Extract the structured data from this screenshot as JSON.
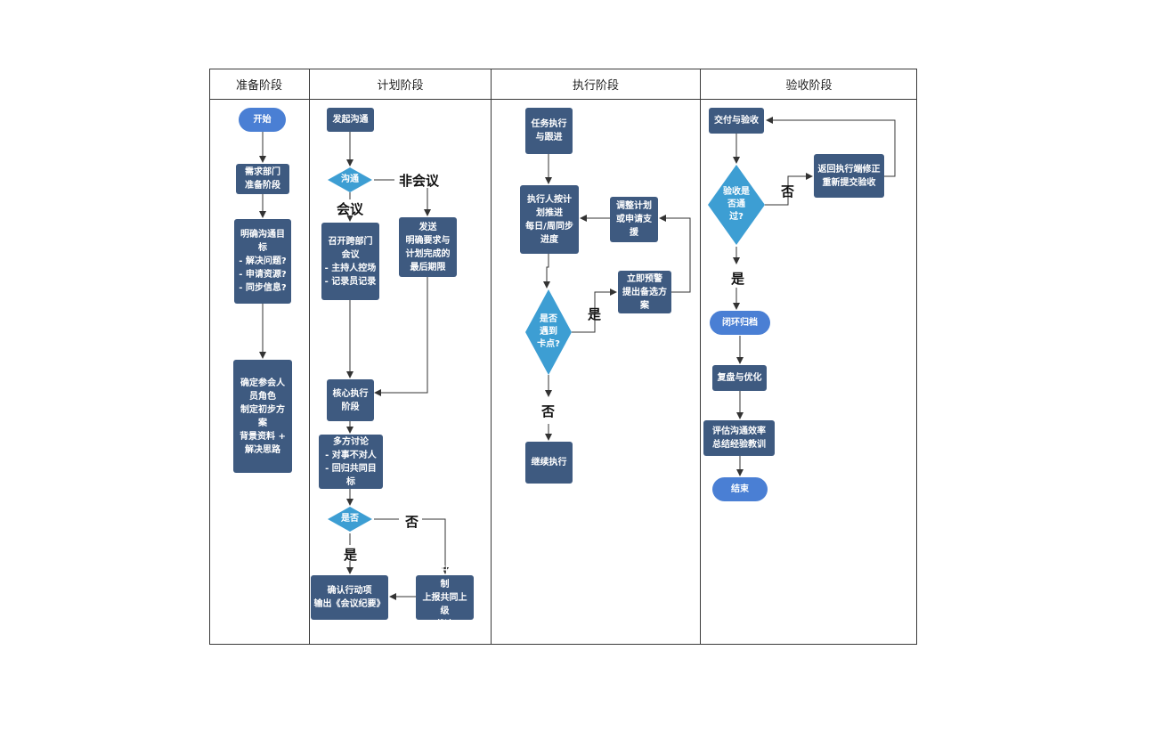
{
  "lanes": [
    "准备阶段",
    "计划阶段",
    "执行阶段",
    "验收阶段"
  ],
  "nodes": {
    "start": "开始",
    "demand_prep": "需求部门\n准备阶段",
    "clarify_goal": "明确沟通目\n标\n- 解决问题?\n- 申请资源?\n- 同步信息?",
    "confirm_people": "确定参会人\n员角色\n制定初步方\n案\n背景资料 +\n解决思路",
    "initiate": "发起沟通",
    "channel": "沟通",
    "meeting": "召开跨部门\n会议\n- 主持人控场\n- 记录员记录",
    "send": "发送\n明确要求与\n计划完成的\n最后期限",
    "core_exec": "核心执行\n阶段",
    "discussion": "多方讨论\n- 对事不对人\n- 回归共同目标",
    "is_ok": "是否",
    "confirm_action": "确认行动项\n输出《会议纪要》",
    "escalate": "启动升级机制\n上报共同上级\n裁决",
    "task_follow": "任务执行\n与跟进",
    "exec_plan": "执行人按计\n划推进\n每日/周同步\n进度",
    "adjust": "调整计划\n或申请支\n援",
    "warn": "立即预警\n提出备选方\n案",
    "blocked": "是否\n遇到\n卡点?",
    "continue": "继续执行",
    "deliver": "交付与验收",
    "accept": "验收是\n否通\n过?",
    "return_fix": "返回执行端修正\n重新提交验收",
    "archive": "闭环归档",
    "review": "复盘与优化",
    "evaluate": "评估沟通效率\n总结经验教训",
    "end": "结束"
  },
  "edge_labels": {
    "non_meeting": "非会议",
    "meeting": "会议",
    "no_escalate": "否",
    "yes_confirm": "是",
    "yes_warn": "是",
    "no_continue": "否",
    "no_return": "否",
    "yes_archive": "是"
  },
  "colors": {
    "process": "#3e5a80",
    "terminal": "#4a7fd4",
    "decision": "#3d9ed3",
    "line": "#333333"
  }
}
